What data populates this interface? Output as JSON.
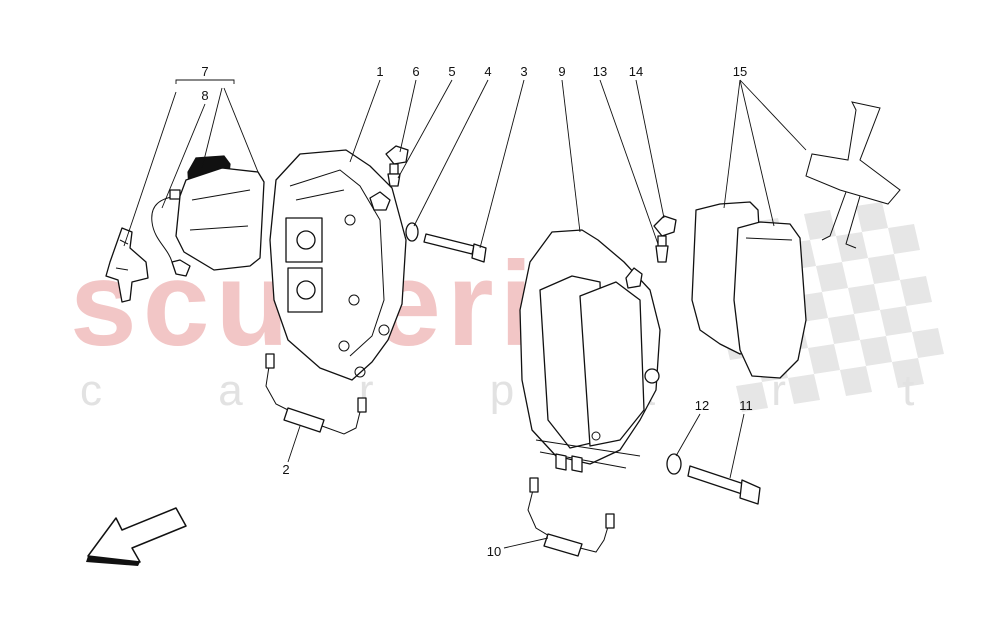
{
  "diagram": {
    "watermark": {
      "brand": "scuderia",
      "sub": "c a r p a r t s",
      "brand_color": "#f2c6c6",
      "sub_color": "#e2e2e2",
      "checker_color": "#dcdcdc"
    },
    "callouts": [
      {
        "id": "7",
        "label": "7"
      },
      {
        "id": "8",
        "label": "8"
      },
      {
        "id": "1",
        "label": "1"
      },
      {
        "id": "6",
        "label": "6"
      },
      {
        "id": "5",
        "label": "5"
      },
      {
        "id": "4",
        "label": "4"
      },
      {
        "id": "3",
        "label": "3"
      },
      {
        "id": "9",
        "label": "9"
      },
      {
        "id": "13",
        "label": "13"
      },
      {
        "id": "14",
        "label": "14"
      },
      {
        "id": "15",
        "label": "15"
      },
      {
        "id": "2",
        "label": "2"
      },
      {
        "id": "12",
        "label": "12"
      },
      {
        "id": "11",
        "label": "11"
      },
      {
        "id": "10",
        "label": "10"
      }
    ],
    "direction_arrow_icon": "arrow-down-left-icon"
  }
}
